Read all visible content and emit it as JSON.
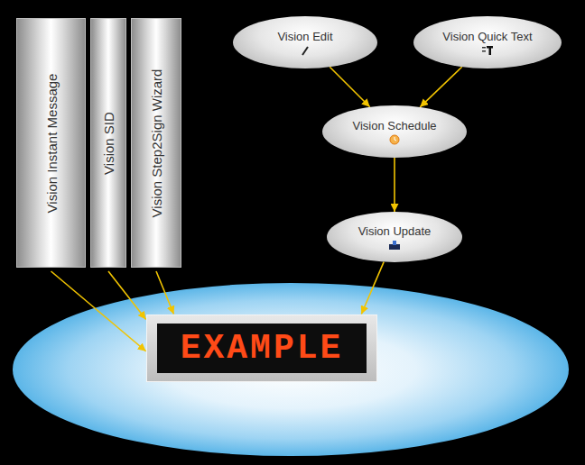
{
  "diagram": {
    "nodes": [
      {
        "text": [
          "Vision Instant Message"
        ]
      },
      {
        "text": [
          "Vision SID"
        ]
      },
      {
        "text": [
          "Vision Step2Sign Wizard"
        ]
      },
      {
        "text": [
          "Vision Edit"
        ]
      },
      {
        "text": [
          "Vision Quick Text"
        ]
      },
      {
        "text": [
          "Vision Schedule"
        ]
      },
      {
        "text": [
          "Vision Update"
        ]
      },
      {
        "text": [
          "EXAMPLE"
        ]
      }
    ],
    "edges": [
      {
        "from": 3,
        "to": 5,
        "arrow": "to"
      },
      {
        "from": 4,
        "to": 5,
        "arrow": "to"
      },
      {
        "from": 5,
        "to": 6,
        "arrow": "to"
      },
      {
        "from": 0,
        "to": 7,
        "arrow": "to"
      },
      {
        "from": 1,
        "to": 7,
        "arrow": "to"
      },
      {
        "from": 2,
        "to": 7,
        "arrow": "to"
      },
      {
        "from": 6,
        "to": 7,
        "arrow": "to"
      }
    ]
  }
}
